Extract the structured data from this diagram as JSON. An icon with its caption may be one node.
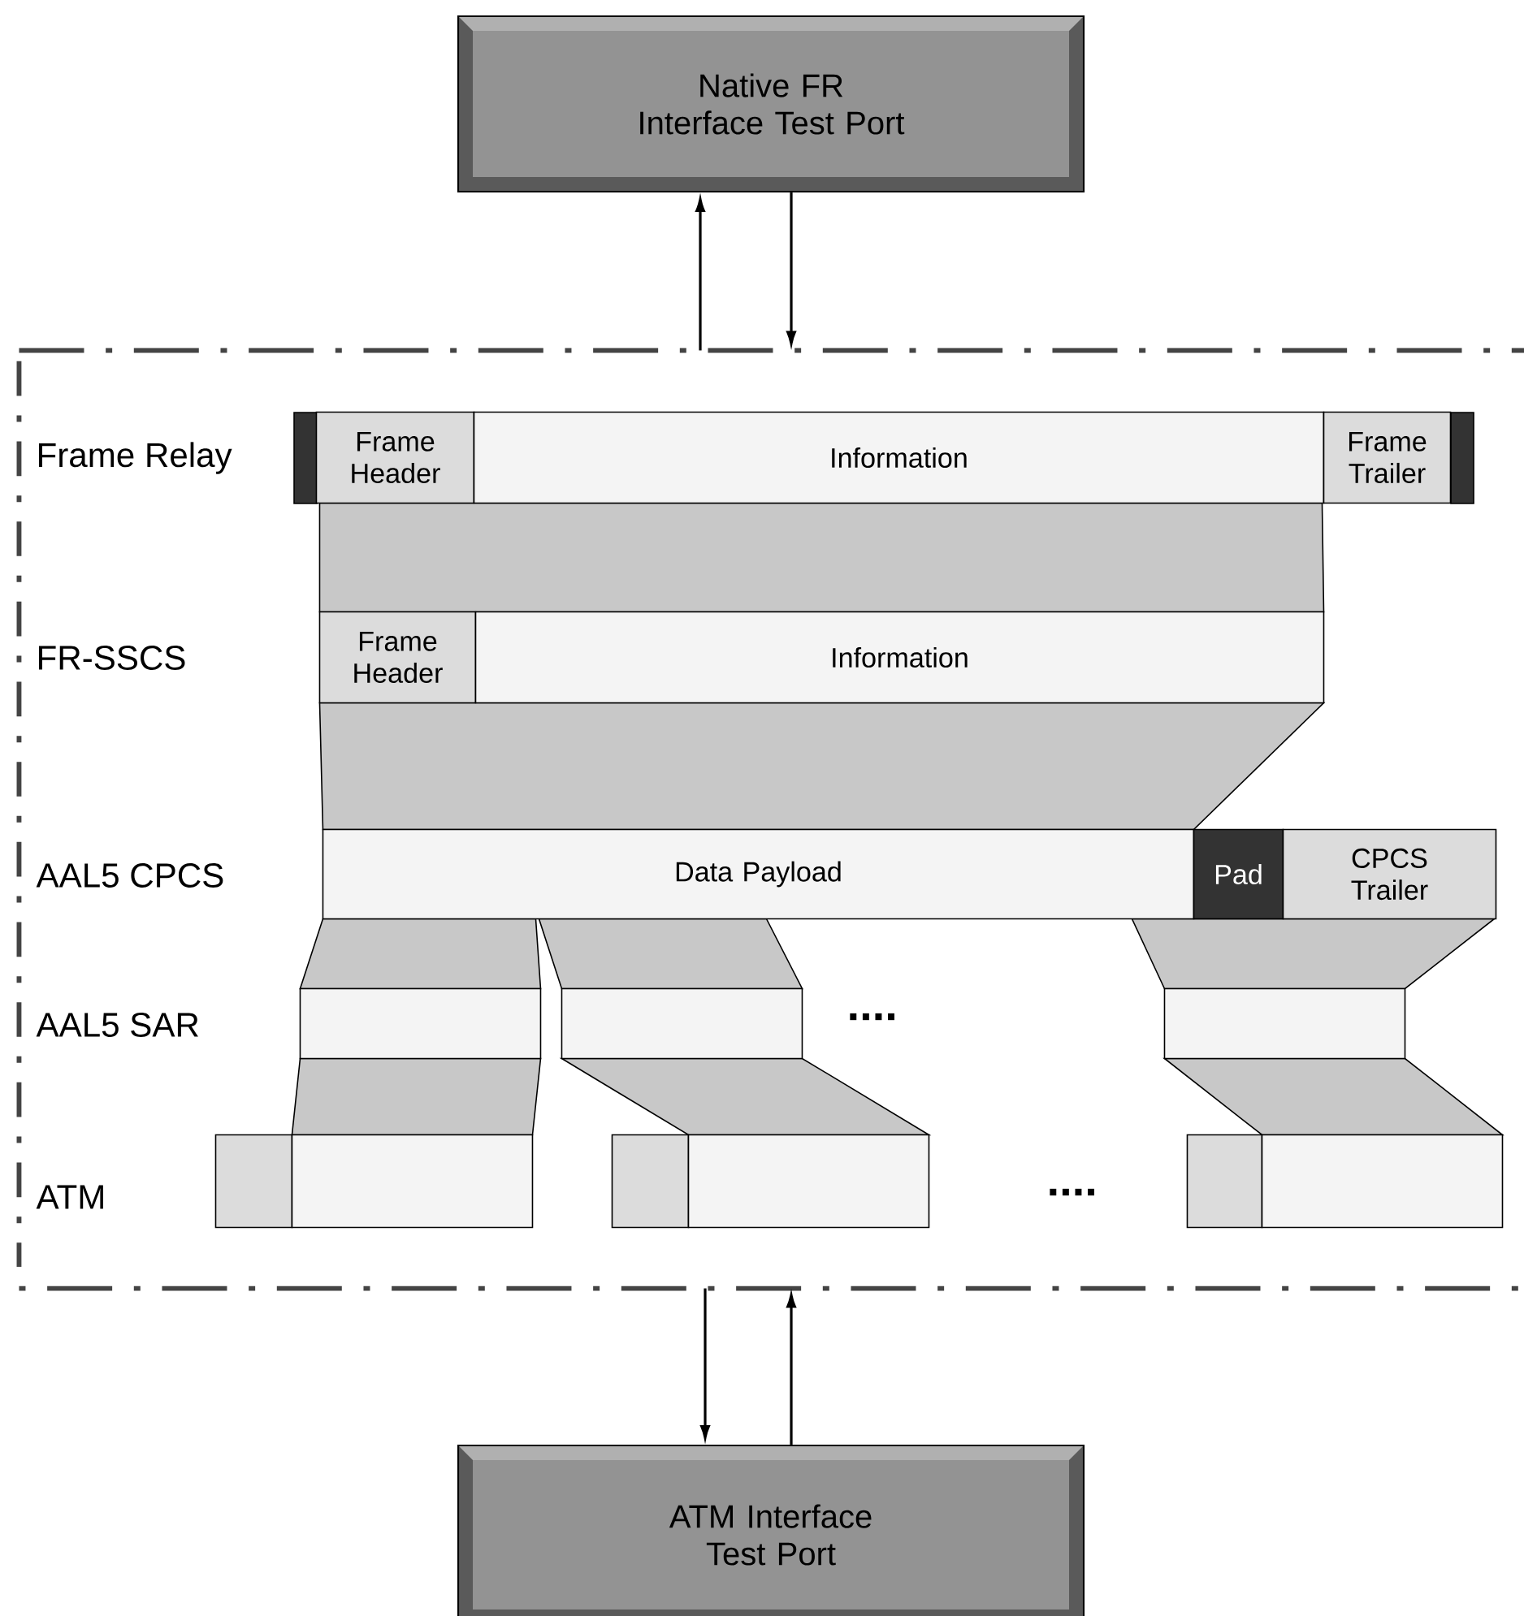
{
  "diagram": {
    "nodes": [
      {
        "text": [
          "Native FR Interface Test Port"
        ]
      },
      {
        "text": [],
        "shape": "box"
      },
      {
        "text": [
          "Frame Header"
        ],
        "in": 1
      },
      {
        "text": [
          "Information"
        ],
        "in": 1
      },
      {
        "text": [
          "Frame Trailer"
        ],
        "in": 1
      },
      {
        "text": [
          "Frame Header"
        ],
        "in": 1
      },
      {
        "text": [
          "Information"
        ],
        "in": 1
      },
      {
        "text": [
          "Data Payload"
        ],
        "in": 1
      },
      {
        "text": [
          "Pad"
        ],
        "in": 1
      },
      {
        "text": [
          "CPCS Trailer"
        ],
        "in": 1
      },
      {
        "text": [],
        "shape": "box",
        "in": 1
      },
      {
        "text": [],
        "shape": "box",
        "in": 1
      },
      {
        "text": [],
        "shape": "box",
        "in": 1
      },
      {
        "text": [],
        "shape": "box",
        "in": 1
      },
      {
        "text": [],
        "shape": "box",
        "in": 1
      },
      {
        "text": [],
        "shape": "box",
        "in": 1
      },
      {
        "text": [],
        "shape": "box",
        "in": 1
      },
      {
        "text": [],
        "shape": "box",
        "in": 1
      },
      {
        "text": [],
        "shape": "box",
        "in": 1
      },
      {
        "text": [
          "ATM Interface Test Port"
        ]
      },
      {
        "text": [],
        "shape": "band",
        "in": 1
      },
      {
        "text": [],
        "shape": "band",
        "in": 1
      },
      {
        "text": [],
        "shape": "band",
        "in": 1
      },
      {
        "text": [],
        "shape": "band",
        "in": 1
      },
      {
        "text": [],
        "shape": "band",
        "in": 1
      },
      {
        "text": [],
        "shape": "band",
        "in": 1
      },
      {
        "text": [],
        "shape": "band",
        "in": 1
      },
      {
        "text": [],
        "shape": "band",
        "in": 1
      }
    ],
    "edges": [
      {
        "from": 1,
        "to": 0,
        "arrow": "to"
      },
      {
        "from": 0,
        "to": 1,
        "arrow": "to"
      },
      {
        "from": 1,
        "to": 19,
        "arrow": "to"
      },
      {
        "from": 19,
        "to": 1,
        "arrow": "to"
      }
    ],
    "labels": [
      "Frame Relay",
      "FR-SSCS",
      "AAL5 CPCS",
      "AAL5 SAR",
      "....",
      "ATM",
      "...."
    ]
  }
}
